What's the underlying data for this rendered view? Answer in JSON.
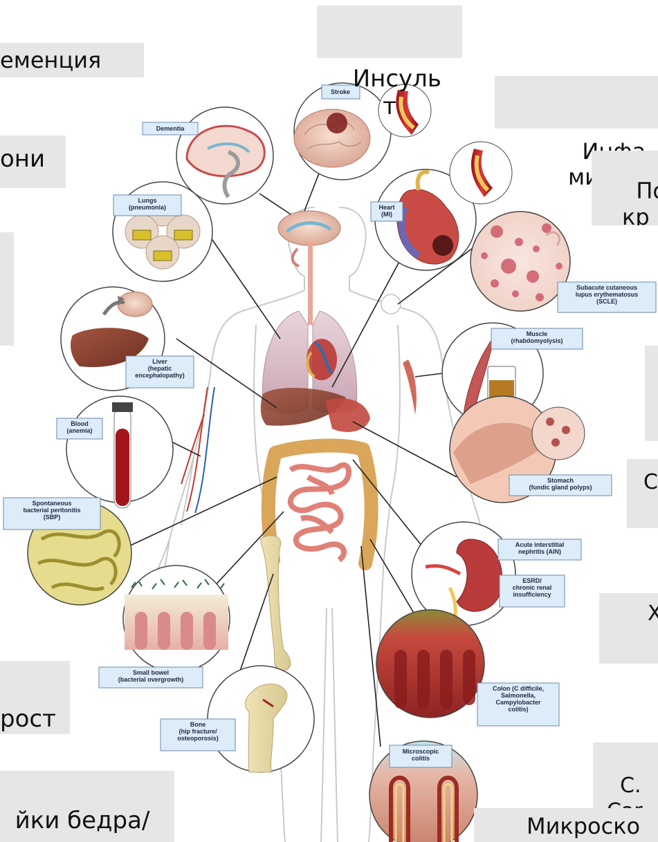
{
  "russian_labels": {
    "dementia": "еменция",
    "stroke": "Инсуль\nт",
    "mi": "Инфа\nмиока",
    "pneumonia": "они",
    "skin": "По\nкр",
    "fracture_left": "рост",
    "hip": "йки бедра/\nороз",
    "gastric": "С",
    "kidney": "Х",
    "colitis": "C.\nCar",
    "microscopic": "Микроско"
  },
  "english_labels": {
    "stroke": "Stroke",
    "dementia": "Dementia",
    "lungs": "Lungs\n(pneumonia)",
    "heart": "Heart\n(MI)",
    "scle": "Subacute cutaneous\nlupus erythematosus\n(SCLE)",
    "muscle": "Muscle\n(rhabdomyolysis)",
    "liver": "Liver\n(hepatic\nencephalopathy)",
    "blood": "Blood\n(anemia)",
    "stomach": "Stomach\n(fundic gland polyps)",
    "sbp": "Spontaneous\nbacterial peritonitis\n(SBP)",
    "ain": "Acute interstitial\nnephritis (AIN)",
    "esrd": "ESRD/\nchronic renal\ninsufficiency",
    "small_bowel": "Small bowel\n(bacterial overgrowth)",
    "bone": "Bone\n(hip fracture/\nosteoporosis)",
    "colon": "Colon (C difficile,\nSalmonella,\nCampylobacter\ncolitis)",
    "microscopic": "Microscopic\ncolitis"
  }
}
